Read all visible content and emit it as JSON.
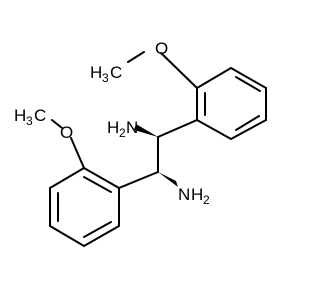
{
  "molecule": {
    "atoms": {
      "o_top": "O",
      "o_left": "O",
      "c_top_methyl_main": "H",
      "c_top_methyl_sub": "3",
      "c_top_methyl_c": "C",
      "c_left_methyl_main": "H",
      "c_left_methyl_sub": "3",
      "c_left_methyl_c": "C",
      "n_top_h": "H",
      "n_top_sub": "2",
      "n_top_n": "N",
      "n_bottom_n": "N",
      "n_bottom_h": "H",
      "n_bottom_sub": "2"
    }
  }
}
